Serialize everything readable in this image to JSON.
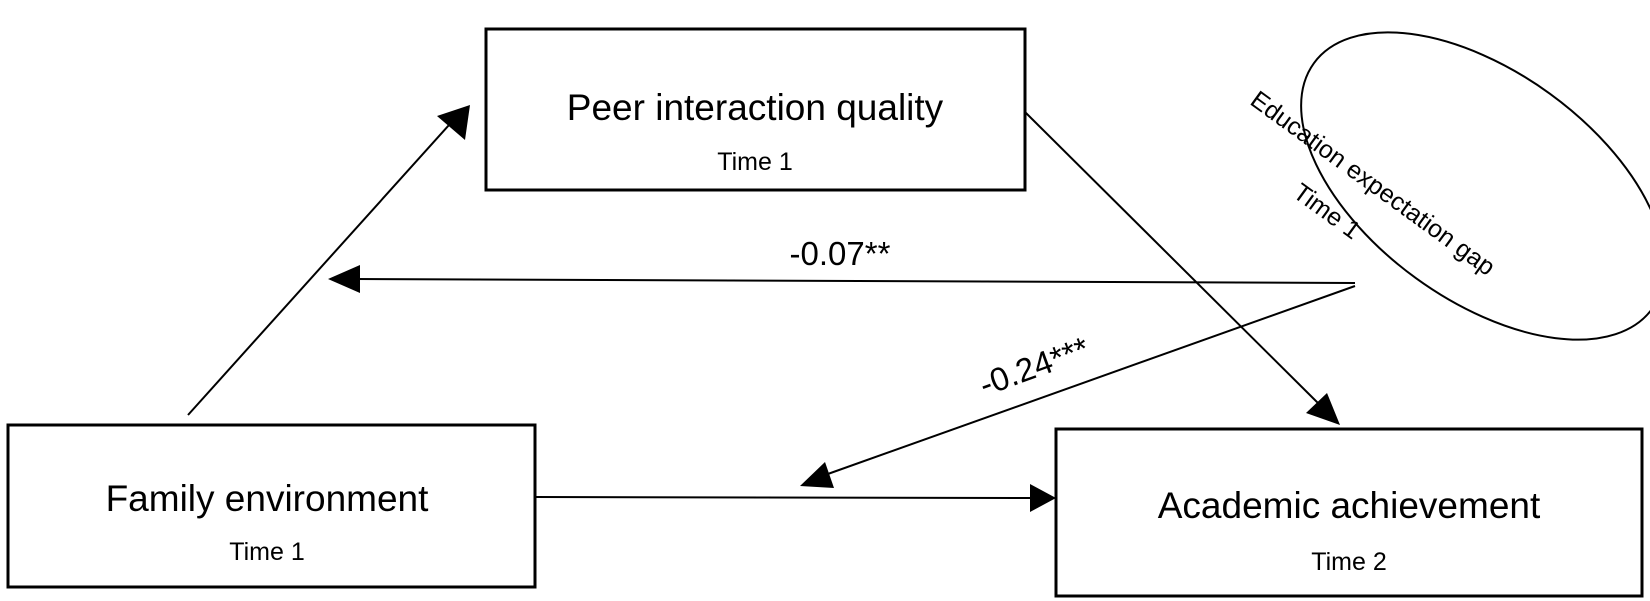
{
  "nodes": {
    "peer": {
      "title": "Peer interaction quality",
      "time": "Time 1"
    },
    "family": {
      "title": "Family environment",
      "time": "Time 1"
    },
    "academic": {
      "title": "Academic achievement",
      "time": "Time 2"
    },
    "moderator": {
      "title": "Education expectation gap",
      "time": "Time 1"
    }
  },
  "coefficients": {
    "upper_path": "-0.07**",
    "lower_path": "-0.24***"
  },
  "colors": {
    "stroke": "#000000",
    "background": "#ffffff"
  }
}
